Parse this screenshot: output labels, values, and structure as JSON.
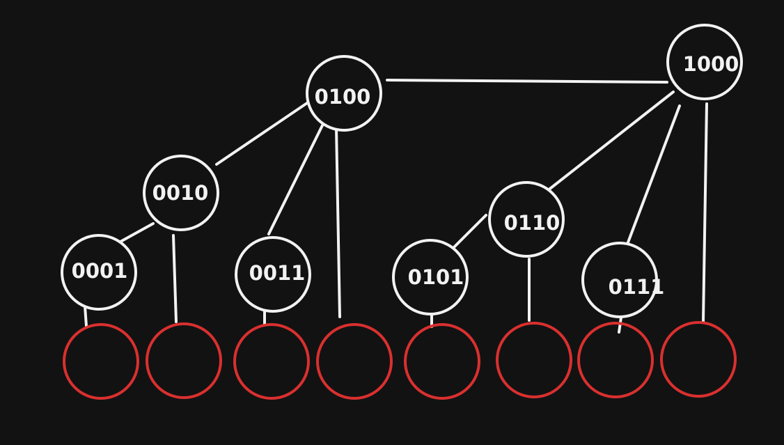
{
  "colors": {
    "background": "#121212",
    "node_stroke": "#f2f2f2",
    "node_text": "#f2f2f2",
    "edge": "#f2f2f2",
    "leaf_stroke": "#d9302f"
  },
  "nodes": [
    {
      "id": "n1000",
      "label": "1000"
    },
    {
      "id": "n0100",
      "label": "0100"
    },
    {
      "id": "n0010",
      "label": "0010"
    },
    {
      "id": "n0001",
      "label": "0001"
    },
    {
      "id": "n0011",
      "label": "0011"
    },
    {
      "id": "n0110",
      "label": "0110"
    },
    {
      "id": "n0101",
      "label": "0101"
    },
    {
      "id": "n0111",
      "label": "0111"
    }
  ],
  "leaves": [
    {
      "id": "leaf1"
    },
    {
      "id": "leaf2"
    },
    {
      "id": "leaf3"
    },
    {
      "id": "leaf4"
    },
    {
      "id": "leaf5"
    },
    {
      "id": "leaf6"
    },
    {
      "id": "leaf7"
    },
    {
      "id": "leaf8"
    }
  ],
  "edges": [
    {
      "from": "n0100",
      "to": "n1000"
    },
    {
      "from": "n0100",
      "to": "n0010"
    },
    {
      "from": "n0100",
      "to": "n0011"
    },
    {
      "from": "n0100",
      "to": "leaf4"
    },
    {
      "from": "n0010",
      "to": "n0001"
    },
    {
      "from": "n0010",
      "to": "leaf2"
    },
    {
      "from": "n0001",
      "to": "leaf1"
    },
    {
      "from": "n0011",
      "to": "leaf3"
    },
    {
      "from": "n1000",
      "to": "n0110"
    },
    {
      "from": "n1000",
      "to": "n0111"
    },
    {
      "from": "n1000",
      "to": "leaf8"
    },
    {
      "from": "n0110",
      "to": "n0101"
    },
    {
      "from": "n0110",
      "to": "leaf6"
    },
    {
      "from": "n0101",
      "to": "leaf5"
    },
    {
      "from": "n0111",
      "to": "leaf7"
    }
  ]
}
